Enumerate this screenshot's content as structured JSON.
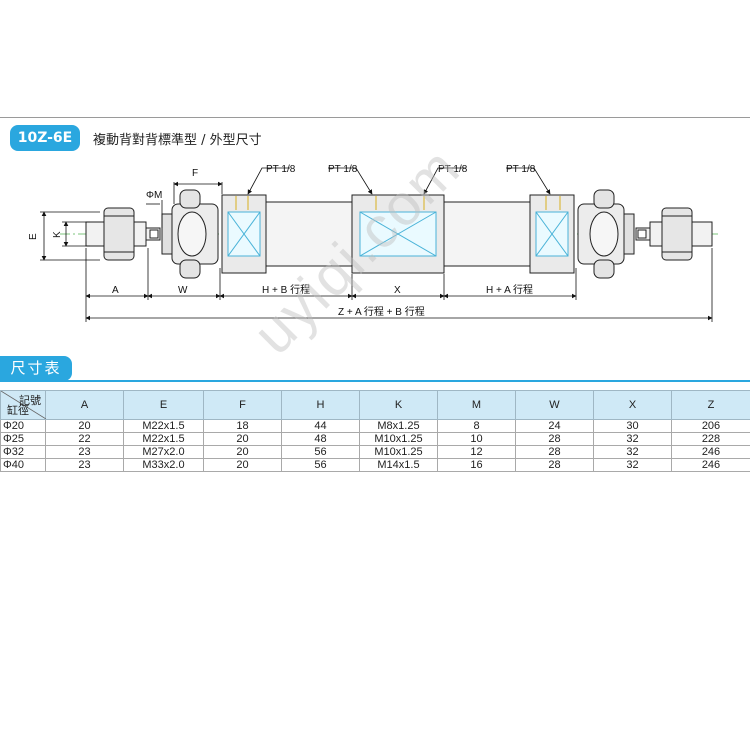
{
  "header": {
    "model": "10Z-6E",
    "title": "複動背對背標準型 / 外型尺寸"
  },
  "drawing": {
    "labels": {
      "e": "E",
      "k": "K",
      "phi_m": "ΦM",
      "f": "F",
      "pt1": "PT 1/8",
      "pt2": "PT 1/8",
      "pt3": "PT 1/8",
      "pt4": "PT 1/8",
      "a_left": "A",
      "w": "W",
      "h_b": "H + B 行程",
      "x": "X",
      "h_a": "H + A 行程",
      "total": "Z + A 行程 + B 行程"
    }
  },
  "section": {
    "title": "尺寸表"
  },
  "table": {
    "corner_top": "記號",
    "corner_bottom": "缸徑",
    "headers": [
      "A",
      "E",
      "F",
      "H",
      "K",
      "M",
      "W",
      "X",
      "Z"
    ],
    "rows": [
      {
        "bore": "Φ20",
        "cells": [
          "20",
          "M22x1.5",
          "18",
          "44",
          "M8x1.25",
          "8",
          "24",
          "30",
          "206"
        ]
      },
      {
        "bore": "Φ25",
        "cells": [
          "22",
          "M22x1.5",
          "20",
          "48",
          "M10x1.25",
          "10",
          "28",
          "32",
          "228"
        ]
      },
      {
        "bore": "Φ32",
        "cells": [
          "23",
          "M27x2.0",
          "20",
          "56",
          "M10x1.25",
          "12",
          "28",
          "32",
          "246"
        ]
      },
      {
        "bore": "Φ40",
        "cells": [
          "23",
          "M33x2.0",
          "20",
          "56",
          "M14x1.5",
          "16",
          "28",
          "32",
          "246"
        ]
      }
    ]
  },
  "watermark": "uyiqi.com"
}
